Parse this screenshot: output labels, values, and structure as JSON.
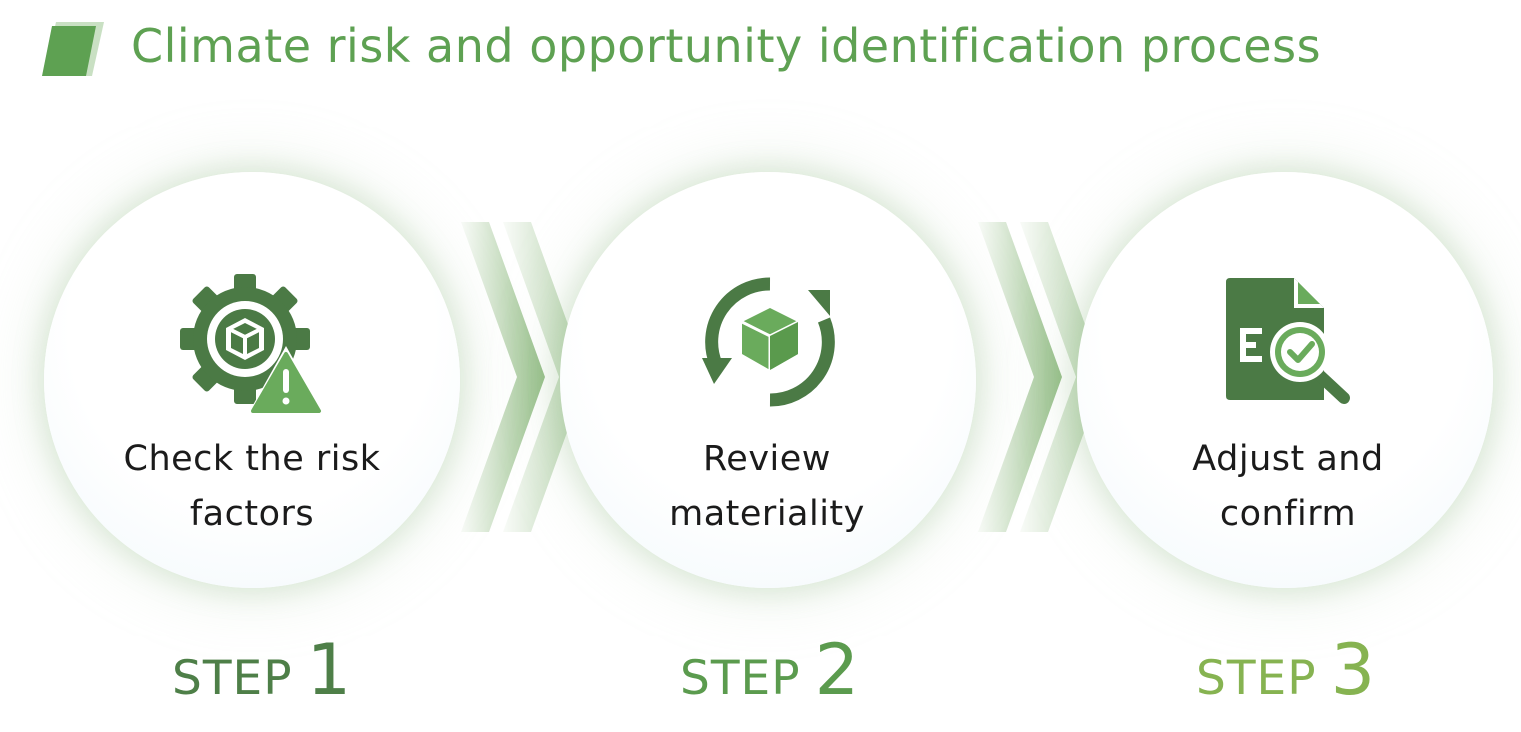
{
  "header": {
    "title": "Climate risk and opportunity identification process"
  },
  "colors": {
    "title_green": "#5ea152",
    "dark_green": "#4e7f48",
    "mid_green": "#5b9b4e",
    "light_green": "#86b351",
    "icon_dark": "#4b7a45",
    "icon_light": "#6aab5c"
  },
  "steps": [
    {
      "text": "Check the risk factors",
      "step_word": "STEP",
      "step_number": "1",
      "icon": "gear-warning-icon"
    },
    {
      "text": "Review materiality",
      "step_word": "STEP",
      "step_number": "2",
      "icon": "cube-cycle-icon"
    },
    {
      "text": "Adjust and confirm",
      "step_word": "STEP",
      "step_number": "3",
      "icon": "document-check-icon"
    }
  ]
}
